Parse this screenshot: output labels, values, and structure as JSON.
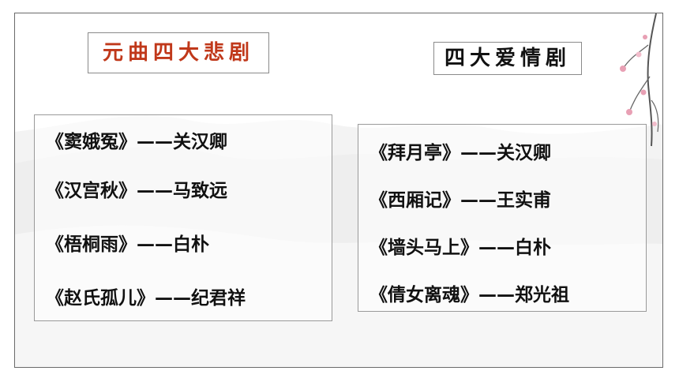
{
  "left_panel": {
    "title": "元曲四大悲剧",
    "items": [
      "《窦娥冤》——关汉卿",
      "《汉宫秋》——马致远",
      "《梧桐雨》——白朴",
      "《赵氏孤儿》——纪君祥"
    ]
  },
  "right_panel": {
    "title": "四大爱情剧",
    "items": [
      "《拜月亭》——关汉卿",
      "《西厢记》——王实甫",
      "《墙头马上》——白朴",
      "《倩女离魂》——郑光祖"
    ]
  },
  "colors": {
    "left_title": "#c0381a",
    "right_title": "#111111",
    "text": "#111111",
    "frame": "#6a6a6a",
    "blossom": "#e8a0b4"
  }
}
